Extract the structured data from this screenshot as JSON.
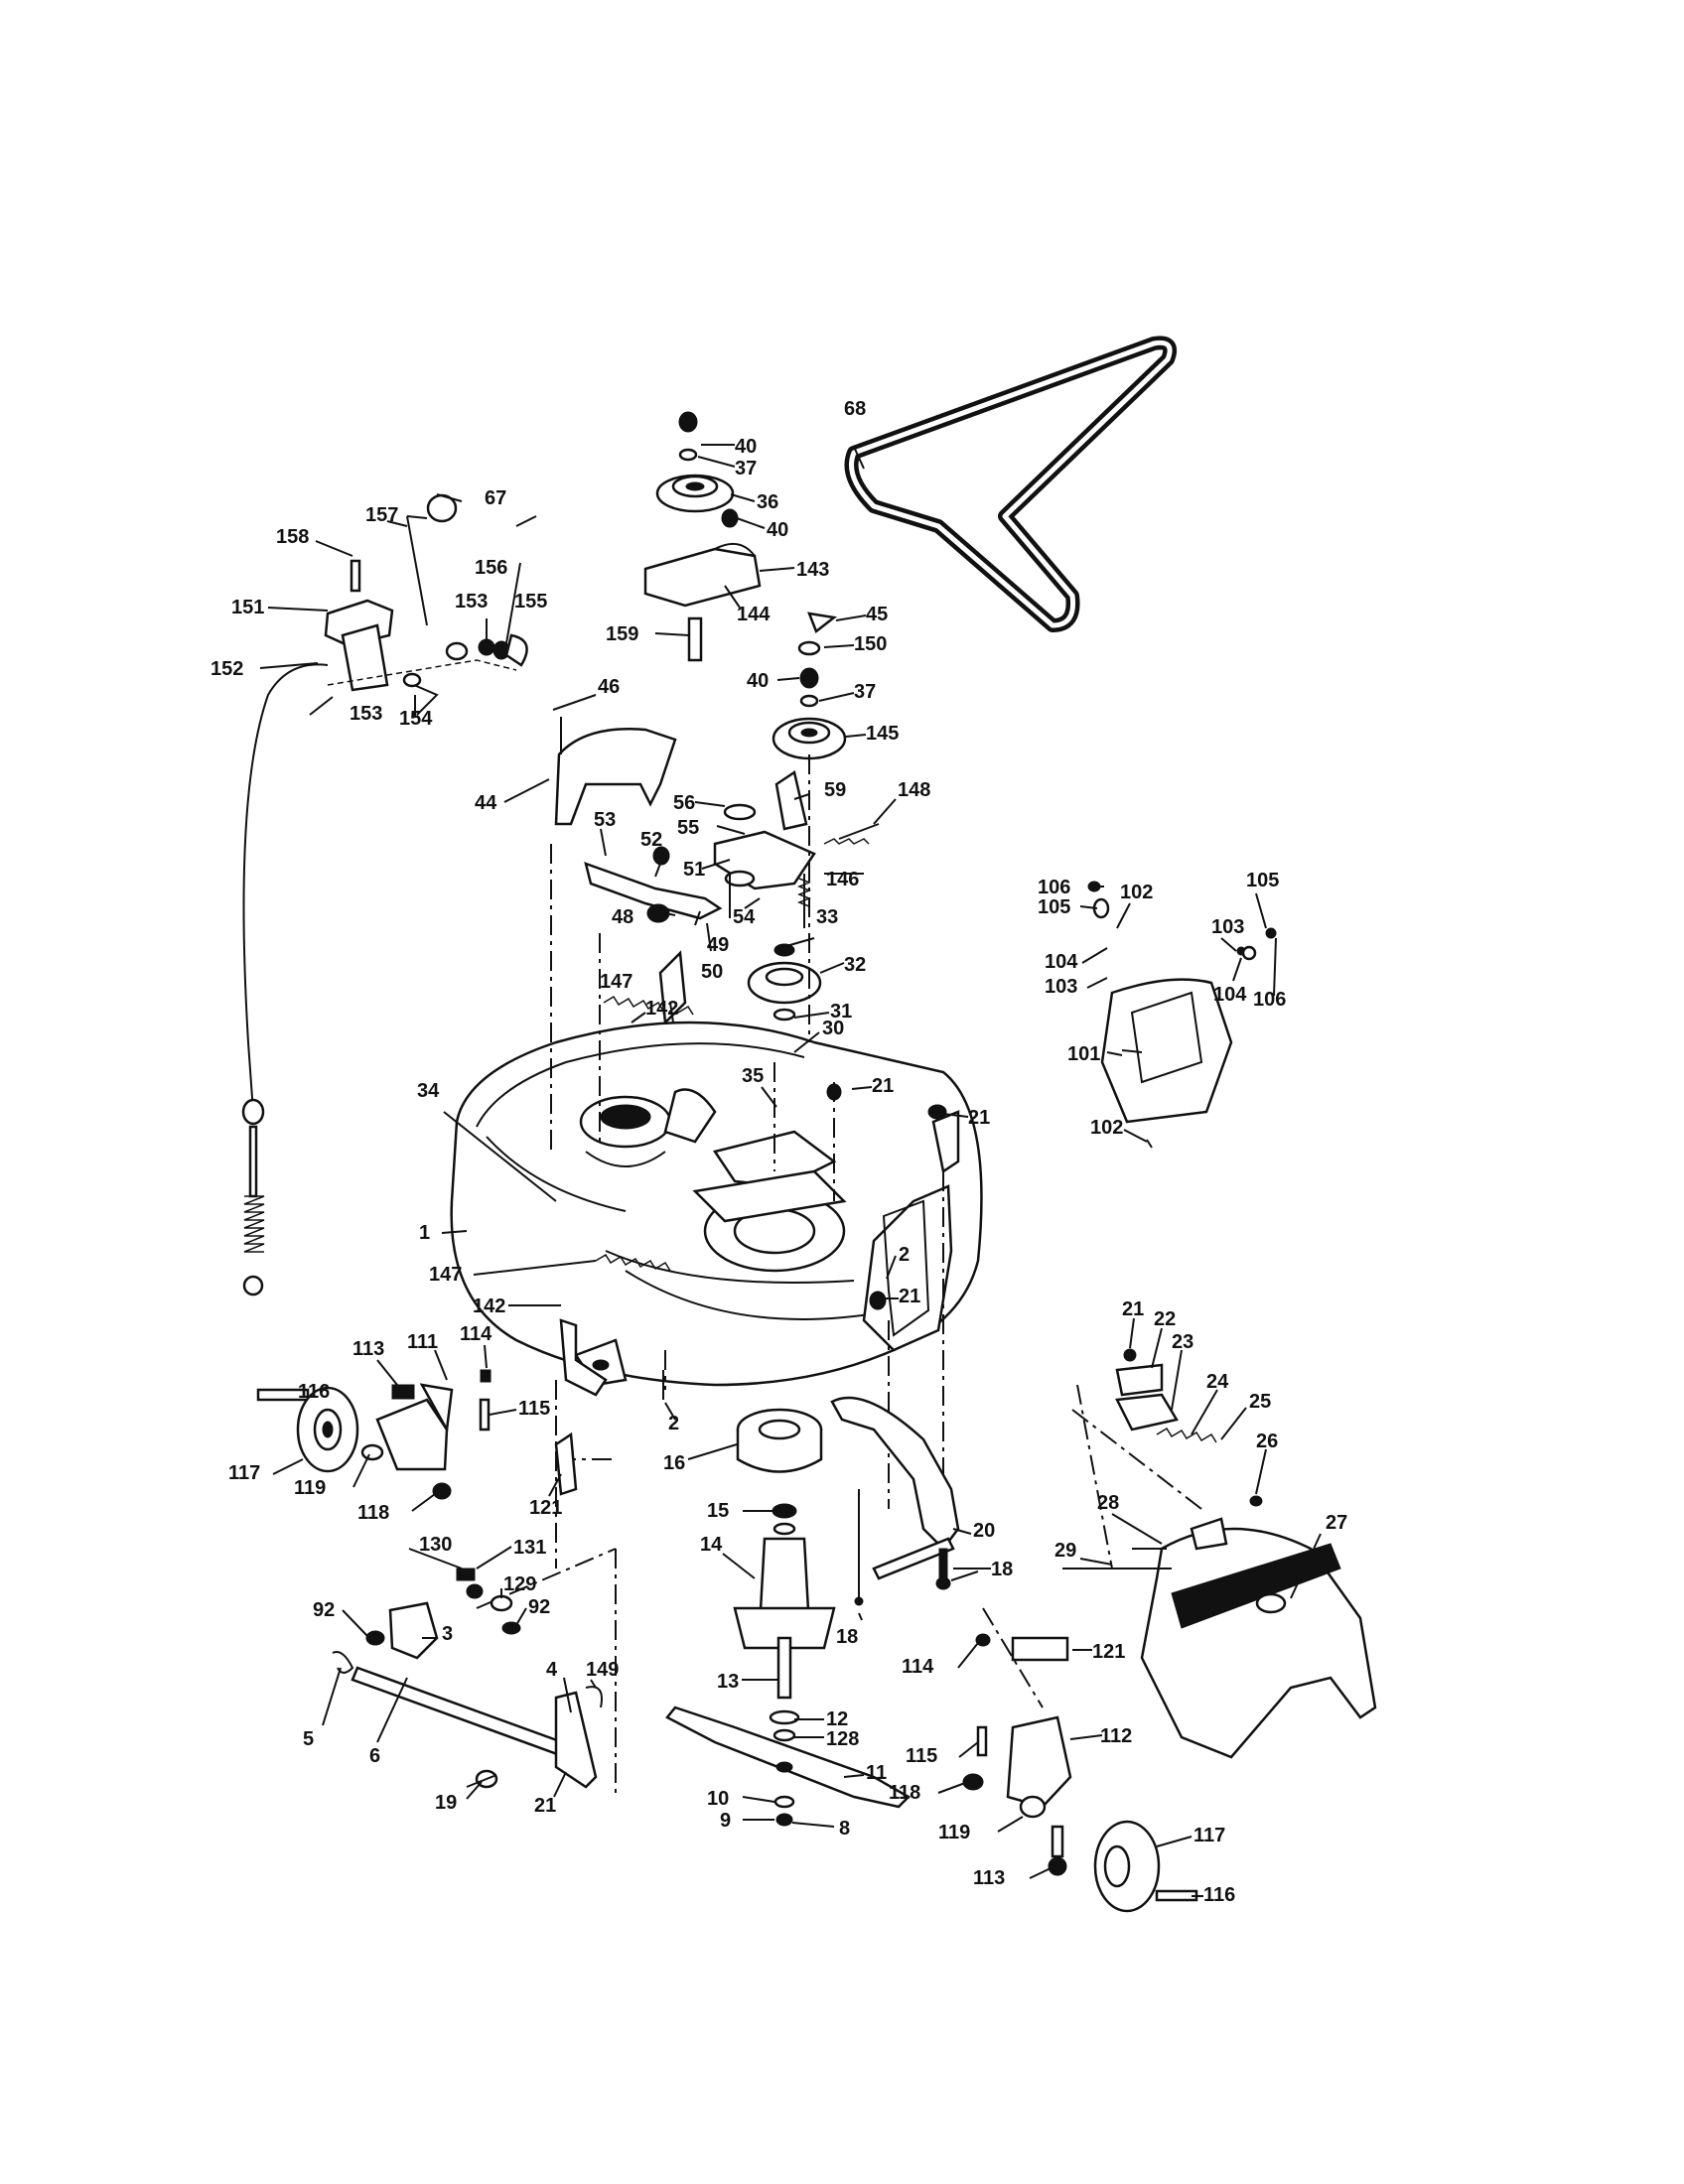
{
  "diagram": {
    "callouts": [
      "1",
      "2",
      "3",
      "4",
      "5",
      "6",
      "8",
      "9",
      "10",
      "11",
      "12",
      "13",
      "14",
      "15",
      "16",
      "18",
      "19",
      "20",
      "21",
      "22",
      "23",
      "24",
      "25",
      "26",
      "27",
      "28",
      "29",
      "30",
      "31",
      "32",
      "33",
      "34",
      "35",
      "36",
      "37",
      "40",
      "44",
      "45",
      "46",
      "48",
      "49",
      "50",
      "51",
      "52",
      "53",
      "54",
      "55",
      "56",
      "59",
      "67",
      "68",
      "92",
      "101",
      "102",
      "103",
      "104",
      "105",
      "106",
      "111",
      "112",
      "113",
      "114",
      "115",
      "116",
      "117",
      "118",
      "119",
      "121",
      "128",
      "129",
      "130",
      "131",
      "142",
      "143",
      "144",
      "145",
      "146",
      "147",
      "148",
      "149",
      "150",
      "151",
      "152",
      "153",
      "154",
      "155",
      "156",
      "157",
      "158",
      "159"
    ]
  }
}
